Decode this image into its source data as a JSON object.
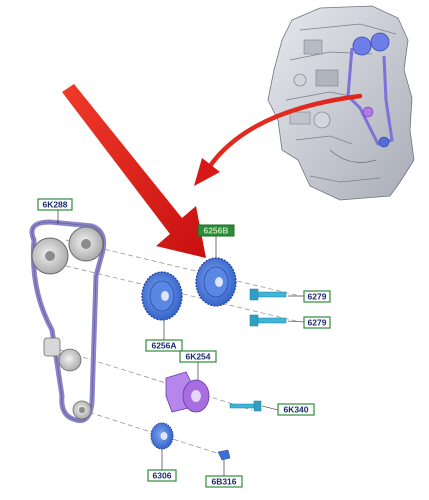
{
  "labels": {
    "belt": "6K288",
    "cam_sprocket_upper": "6256B",
    "cam_sprocket_lower": "6256A",
    "bolt_upper": "6279",
    "bolt_lower": "6279",
    "tensioner": "6K254",
    "tensioner_bolt": "6K340",
    "crank_sprocket": "6306",
    "crank_key": "6B316"
  },
  "colors": {
    "label_fill": "#2e8b3a",
    "label_text": "#1a2a6c",
    "highlight_label_fill": "#2e8b3a",
    "arrow_red": "#e02020",
    "belt": "#8a84c8",
    "sprocket_blue": "#3a6fd8",
    "tensioner_purple": "#a86ee0",
    "bolt_cyan": "#3fb6d8",
    "engine_gray": "#c9ccd3"
  }
}
